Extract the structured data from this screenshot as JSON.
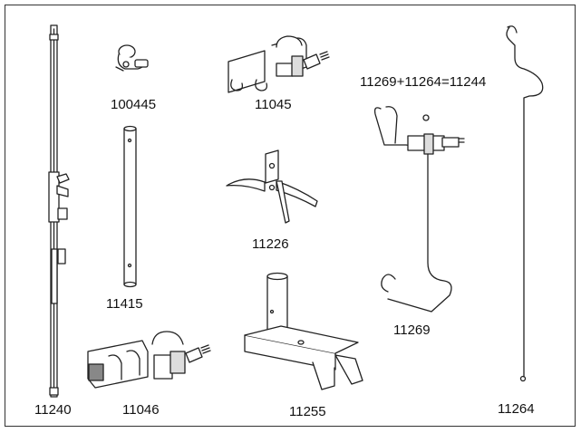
{
  "diagram": {
    "parts": [
      {
        "id": "p11240",
        "number": "11240"
      },
      {
        "id": "p100445",
        "number": "100445"
      },
      {
        "id": "p11045",
        "number": "11045"
      },
      {
        "id": "p11415",
        "number": "11415"
      },
      {
        "id": "p11226",
        "number": "11226"
      },
      {
        "id": "p11046",
        "number": "11046"
      },
      {
        "id": "p11255",
        "number": "11255"
      },
      {
        "id": "p11269",
        "number": "11269"
      },
      {
        "id": "p11264",
        "number": "11264"
      }
    ],
    "equation": "11269+11264=11244"
  },
  "colors": {
    "line": "#222222",
    "frame": "#333333",
    "fill": "#ffffff",
    "shade": "#d8d8d8"
  }
}
